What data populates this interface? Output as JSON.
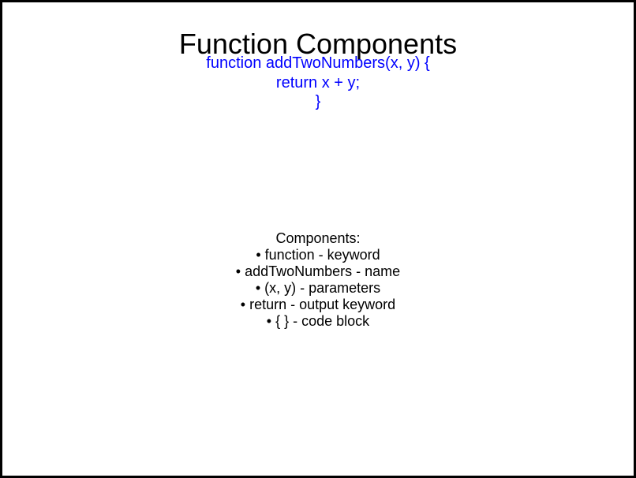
{
  "title": "Function Components",
  "code": {
    "color": "#0000ff",
    "lines": [
      "function addTwoNumbers(x, y) {",
      "return x + y;",
      "}"
    ]
  },
  "components": {
    "heading": "Components:",
    "items": [
      "• function - keyword",
      "• addTwoNumbers - name",
      "• (x, y) - parameters",
      "• return - output keyword",
      "• { } - code block"
    ]
  }
}
